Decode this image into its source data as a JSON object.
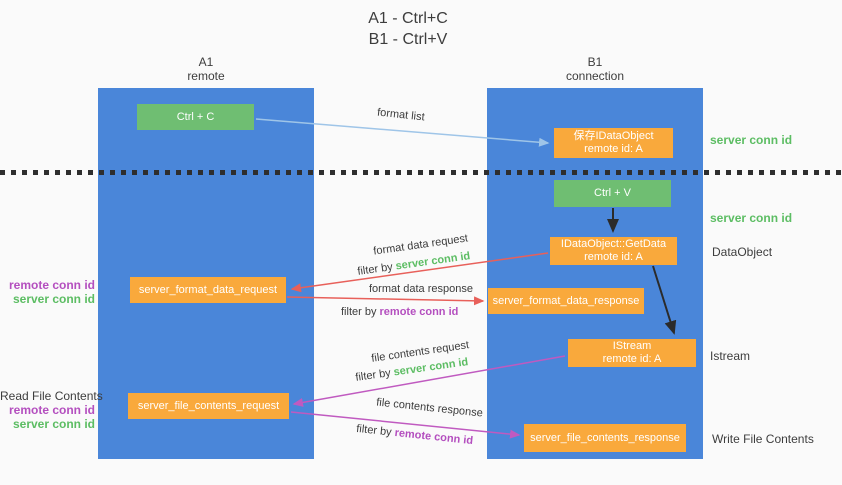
{
  "title": {
    "line1": "A1 - Ctrl+C",
    "line2": "B1 - Ctrl+V"
  },
  "lanes": {
    "a1": {
      "name": "A1",
      "subtitle": "remote"
    },
    "b1": {
      "name": "B1",
      "subtitle": "connection"
    }
  },
  "nodes": {
    "ctrl_c": {
      "label": "Ctrl + C"
    },
    "save_dataobject": {
      "line1": "保存IDataObject",
      "line2": "remote id: A"
    },
    "ctrl_v": {
      "label": "Ctrl + V"
    },
    "getdata": {
      "line1": "IDataObject::GetData",
      "line2": "remote id: A"
    },
    "format_request": {
      "label": "server_format_data_request"
    },
    "format_response": {
      "label": "server_format_data_response"
    },
    "istream": {
      "line1": "IStream",
      "line2": "remote id: A"
    },
    "file_request": {
      "label": "server_file_contents_request"
    },
    "file_response": {
      "label": "server_file_contents_response"
    }
  },
  "edge_labels": {
    "format_list": "format list",
    "format_data_request": "format data request",
    "format_data_response": "format data response",
    "file_contents_request": "file contents request",
    "file_contents_response": "file contents response",
    "filter_by": "filter by ",
    "server_conn_id": "server conn id",
    "remote_conn_id": "remote conn id"
  },
  "margin_labels": {
    "server_conn_id_top": "server conn id",
    "server_conn_id_mid": "server conn id",
    "dataobject": "DataObject",
    "istream": "Istream",
    "write_file_contents": "Write File Contents",
    "read_file_contents": "Read File Contents",
    "remote_conn_id_1": "remote conn id",
    "server_conn_id_1": "server conn id",
    "remote_conn_id_2": "remote conn id",
    "server_conn_id_2": "server conn id"
  },
  "colors": {
    "background": "#fafafa",
    "lane_blue": "#4a86d9",
    "box_green": "#6fbe72",
    "box_orange": "#f9a93c",
    "arrow_blue": "#9fc5e8",
    "arrow_red": "#e8605a",
    "arrow_magenta": "#c05ac0",
    "arrow_black": "#2b2b2b",
    "label_green": "#5cbd63",
    "label_purple": "#b44fbf",
    "text_dark": "#3d3d3d"
  }
}
